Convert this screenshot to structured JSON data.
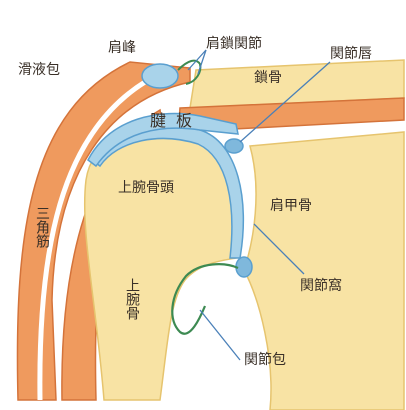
{
  "labels": {
    "acromion": "肩峰",
    "ac_joint": "肩鎖関節",
    "synovial_bursa": "滑液包",
    "clavicle": "鎖骨",
    "labrum": "関節唇",
    "tendon_plate": "腱板",
    "humeral_head": "上腕骨頭",
    "deltoid": "三角筋",
    "scapula": "肩甲骨",
    "glenoid": "関節窩",
    "humerus": "上腕骨",
    "capsule": "関節包"
  },
  "colors": {
    "muscle": "#ef9a5e",
    "muscle_edge": "#d4733a",
    "bone": "#f8e3a4",
    "bone_edge": "#e6c46e",
    "cartilage": "#a9d3ea",
    "cartilage_edge": "#5a9fcf",
    "capsule": "#3d8a52",
    "leader": "#4a80b8",
    "text": "#3a3028"
  }
}
